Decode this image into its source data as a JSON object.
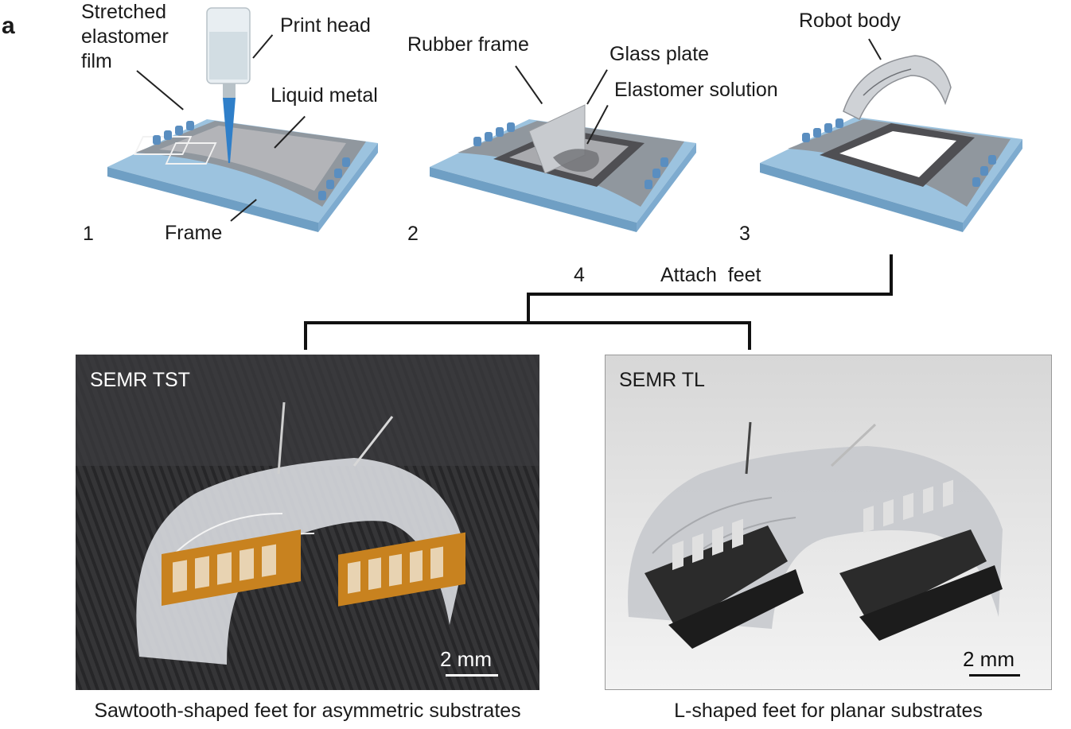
{
  "panel_letter": "a",
  "steps": [
    {
      "number": "1",
      "labels": {
        "film": "Stretched\nelastomer\nfilm",
        "print_head": "Print head",
        "liquid_metal": "Liquid metal",
        "frame": "Frame"
      }
    },
    {
      "number": "2",
      "labels": {
        "rubber_frame": "Rubber frame",
        "glass_plate": "Glass plate",
        "elastomer_solution": "Elastomer solution"
      }
    },
    {
      "number": "3",
      "labels": {
        "robot_body": "Robot body"
      }
    }
  ],
  "attach": {
    "number": "4",
    "text": "Attach  feet"
  },
  "photos": [
    {
      "label": "SEMR TST",
      "scale": "2 mm",
      "caption": "Sawtooth-shaped feet for asymmetric substrates"
    },
    {
      "label": "SEMR TL",
      "scale": "2 mm",
      "caption": "L-shaped feet for planar substrates"
    }
  ],
  "colors": {
    "platform": "#9cc3df",
    "platform_side": "#6f9fc4",
    "film": "#8e8f93",
    "pin": "#5a8ec0",
    "tip": "#2f7fc9",
    "photo1_bg": "#3a3a3c",
    "photo2_bg": "#e6e6e6",
    "foot_sawtooth": "#c8821f",
    "foot_l": "#2b2b2b"
  }
}
